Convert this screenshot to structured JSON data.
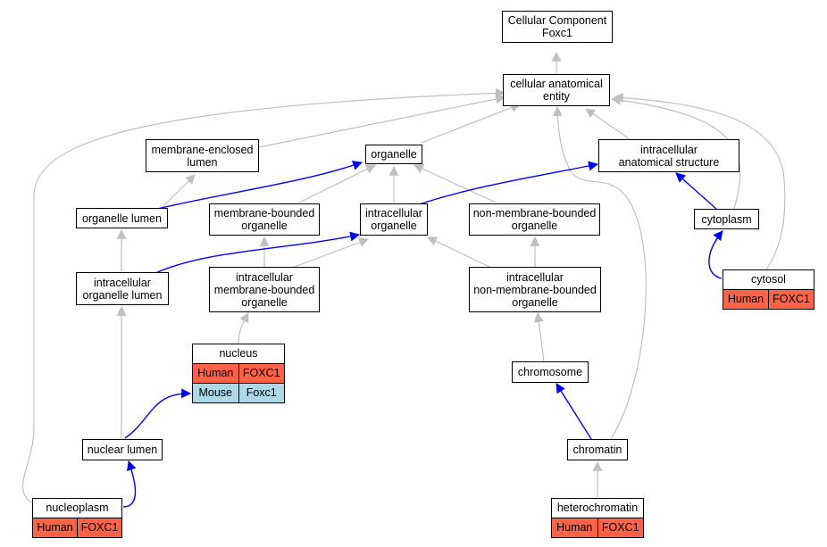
{
  "colors": {
    "human": "#ff6347",
    "mouse": "#add8e6",
    "grey_edge": "#c0c0c0",
    "blue_edge": "#0000ff"
  },
  "nodes": {
    "root": [
      "Cellular Component",
      "Foxc1"
    ],
    "cellular_anatomical_entity": [
      "cellular anatomical",
      "entity"
    ],
    "membrane_enclosed_lumen": [
      "membrane-enclosed",
      "lumen"
    ],
    "organelle": [
      "organelle"
    ],
    "intracellular_anatomical_structure": [
      "intracellular",
      "anatomical structure"
    ],
    "organelle_lumen": [
      "organelle lumen"
    ],
    "membrane_bounded_organelle": [
      "membrane-bounded",
      "organelle"
    ],
    "intracellular_organelle": [
      "intracellular",
      "organelle"
    ],
    "non_membrane_bounded_organelle": [
      "non-membrane-bounded",
      "organelle"
    ],
    "cytoplasm": [
      "cytoplasm"
    ],
    "intracellular_organelle_lumen": [
      "intracellular",
      "organelle lumen"
    ],
    "intracellular_membrane_bounded_organelle": [
      "intracellular",
      "membrane-bounded",
      "organelle"
    ],
    "intracellular_non_membrane_bounded_organelle": [
      "intracellular",
      "non-membrane-bounded",
      "organelle"
    ],
    "chromosome": [
      "chromosome"
    ],
    "nuclear_lumen": [
      "nuclear lumen"
    ],
    "chromatin": [
      "chromatin"
    ]
  },
  "annotated": {
    "cytosol": {
      "title": "cytosol",
      "rows": [
        {
          "species": "Human",
          "gene": "FOXC1"
        }
      ]
    },
    "nucleus": {
      "title": "nucleus",
      "rows": [
        {
          "species": "Human",
          "gene": "FOXC1"
        },
        {
          "species": "Mouse",
          "gene": "Foxc1"
        }
      ]
    },
    "nucleoplasm": {
      "title": "nucleoplasm",
      "rows": [
        {
          "species": "Human",
          "gene": "FOXC1"
        }
      ]
    },
    "heterochromatin": {
      "title": "heterochromatin",
      "rows": [
        {
          "species": "Human",
          "gene": "FOXC1"
        }
      ]
    }
  }
}
